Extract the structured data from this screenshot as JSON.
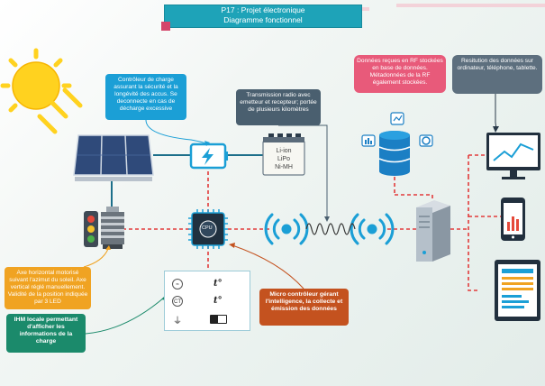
{
  "title": {
    "line1": "P17 : Projet électronique",
    "line2": "Diagramme fonctionnel"
  },
  "notes": {
    "charge_controller": "Contrôleur de charge assurant la sécurité et la longévité des accus. Se deconnecte en cas de décharge excessive",
    "radio": "Transmission radio avec emetteur et recepteur; portée de plusieurs kilomètres",
    "data_received": "Données reçues en RF stockées en base de données. Métadonnées de la RF également stockées.",
    "restitution": "Resitution des données sur ordinateur, téléphone, tablette.",
    "axes": "Axe horizontal motorisé suivant l'azimut du soleil. Axe vertical réglé manuellement. Validité de la position indiquée par 3 LED",
    "ihm": "IHM locale permettant d'afficher les informations de la charge",
    "micro": "Micro contrôleur gérant l'intelligence, la collecte et émission des données"
  },
  "battery_types": [
    "Li-ion",
    "LiPo",
    "Ni-MH"
  ],
  "cpu_label": "CPU",
  "ihm_panel": {
    "temperature_symbol": "t°",
    "icons": [
      "wind-sensor-icon",
      "current-transformer-icon",
      "plug-icon",
      "battery-level-icon"
    ],
    "sensor_labels": [
      "CT"
    ]
  },
  "colors": {
    "title": "#1ea3b8",
    "charge_note": "#1b9fd6",
    "radio_note": "#4a5f6f",
    "data_note": "#e85a7a",
    "restitution_note": "#5d6f7e",
    "axes_note": "#f0a322",
    "ihm_note": "#1b8a6b",
    "micro_note": "#c4521f",
    "bus_line": "#e23b3b",
    "link_line": "#1d6f8a"
  }
}
